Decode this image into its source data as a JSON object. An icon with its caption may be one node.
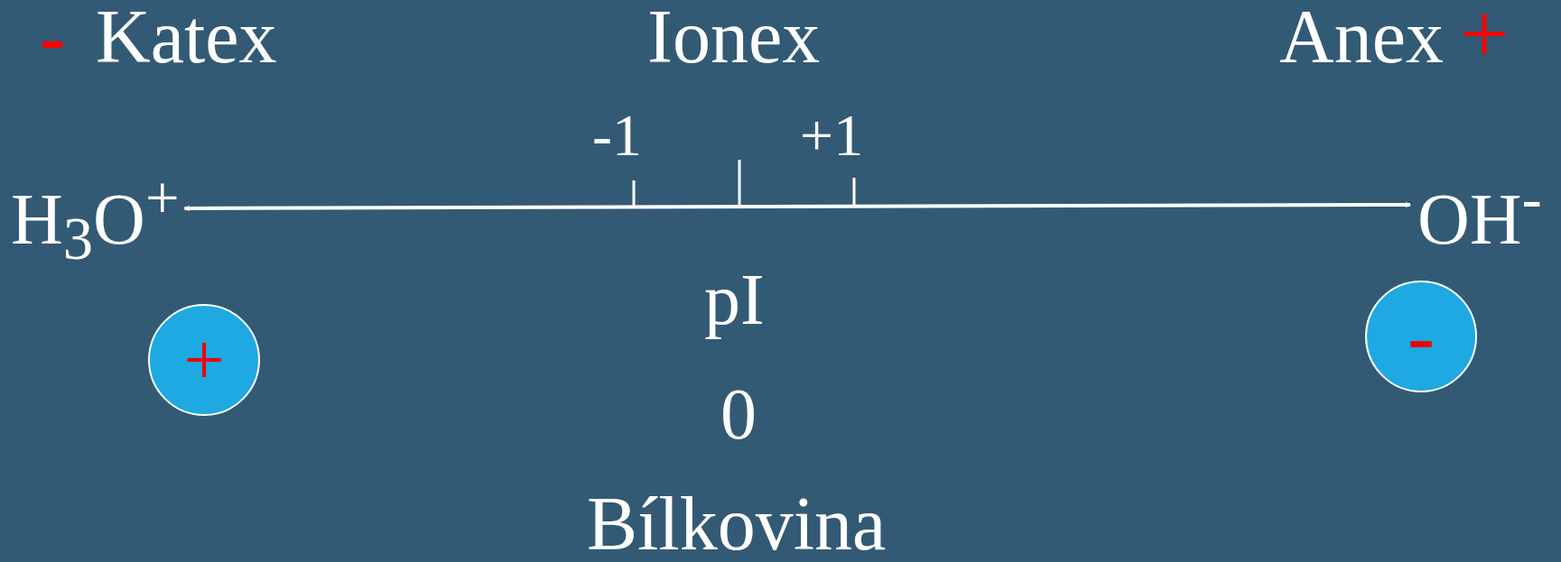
{
  "diagram": {
    "nodes": [
      {
        "text": [
          "H$_{3}$O$^{+}$"
        ]
      },
      {
        "text": [
          "OH$^{-}$"
        ]
      },
      {
        "text": [
          "+"
        ]
      },
      {
        "text": [
          "-"
        ]
      }
    ],
    "edges": [
      {
        "from": 0,
        "to": 1,
        "arrow": "both"
      }
    ],
    "labels": [
      "-",
      "Katex",
      "Ionex",
      "Anex",
      "+",
      "-1",
      "+1",
      "pI",
      "0",
      "Bílkovina"
    ]
  }
}
